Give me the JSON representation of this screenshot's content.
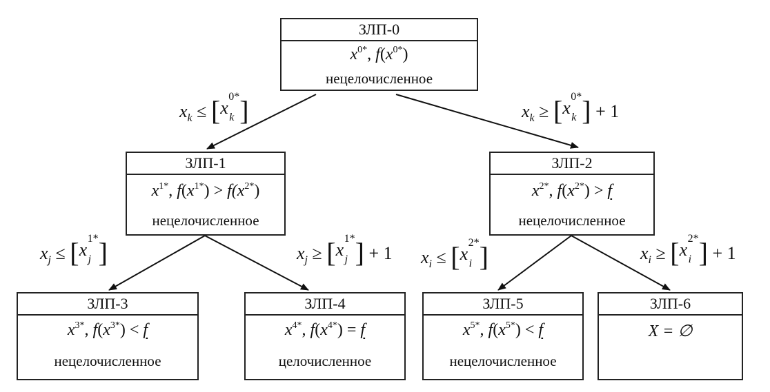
{
  "nodes": {
    "zlp0": {
      "title": "ЗЛП-0",
      "formula": {
        "var": "x",
        "sup": "0*",
        "sep": ", ",
        "func": "f",
        "open": "(",
        "arg": "x",
        "argsup": "0*",
        "close": ")"
      },
      "status": "нецелочисленное"
    },
    "zlp1": {
      "title": "ЗЛП-1",
      "formula": {
        "var": "x",
        "sup": "1*",
        "sep": ", ",
        "func": "f",
        "open": "(",
        "arg": "x",
        "argsup": "1*",
        "close": ")",
        "rel": " > ",
        "rhs": "f(x",
        "rhssup": "2*",
        "rhsclose": ")"
      },
      "status": "нецелочисленное"
    },
    "zlp2": {
      "title": "ЗЛП-2",
      "formula": {
        "var": "x",
        "sup": "2*",
        "sep": ", ",
        "func": "f",
        "open": "(",
        "arg": "x",
        "argsup": "2*",
        "close": ")",
        "rel": " > ",
        "rhs": "f"
      },
      "status": "нецелочисленное"
    },
    "zlp3": {
      "title": "ЗЛП-3",
      "formula": {
        "var": "x",
        "sup": "3*",
        "sep": ", ",
        "func": "f",
        "open": "(",
        "arg": "x",
        "argsup": "3*",
        "close": ")",
        "rel": " < ",
        "rhs": "f"
      },
      "status": "нецелочисленное"
    },
    "zlp4": {
      "title": "ЗЛП-4",
      "formula": {
        "var": "x",
        "sup": "4*",
        "sep": ", ",
        "func": "f",
        "open": "(",
        "arg": "x",
        "argsup": "4*",
        "close": ")",
        "rel": " = ",
        "rhs": "f"
      },
      "status": "целочисленное"
    },
    "zlp5": {
      "title": "ЗЛП-5",
      "formula": {
        "var": "x",
        "sup": "5*",
        "sep": ", ",
        "func": "f",
        "open": "(",
        "arg": "x",
        "argsup": "5*",
        "close": ")",
        "rel": " < ",
        "rhs": "f"
      },
      "status": "нецелочисленное"
    },
    "zlp6": {
      "title": "ЗЛП-6",
      "formula": {
        "text": "X = ∅"
      }
    }
  },
  "edges": {
    "e01": {
      "var": "x",
      "sub": "k",
      "rel": " ≤ ",
      "lb": "[",
      "base": "x",
      "sup": "0*",
      "sub2": "k",
      "rb": "]",
      "tail": ""
    },
    "e02": {
      "var": "x",
      "sub": "k",
      "rel": " ≥ ",
      "lb": "[",
      "base": "x",
      "sup": "0*",
      "sub2": "k",
      "rb": "]",
      "tail": " + 1"
    },
    "e13": {
      "var": "x",
      "sub": "j",
      "rel": " ≤ ",
      "lb": "[",
      "base": "x",
      "sup": "1*",
      "sub2": "j",
      "rb": "]",
      "tail": ""
    },
    "e14": {
      "var": "x",
      "sub": "j",
      "rel": " ≥ ",
      "lb": "[",
      "base": "x",
      "sup": "1*",
      "sub2": "j",
      "rb": "]",
      "tail": " + 1"
    },
    "e25": {
      "var": "x",
      "sub": "i",
      "rel": " ≤ ",
      "lb": "[",
      "base": "x",
      "sup": "2*",
      "sub2": "i",
      "rb": "]",
      "tail": ""
    },
    "e26": {
      "var": "x",
      "sub": "i",
      "rel": " ≥ ",
      "lb": "[",
      "base": "x",
      "sup": "2*",
      "sub2": "i",
      "rb": "]",
      "tail": " + 1"
    }
  }
}
